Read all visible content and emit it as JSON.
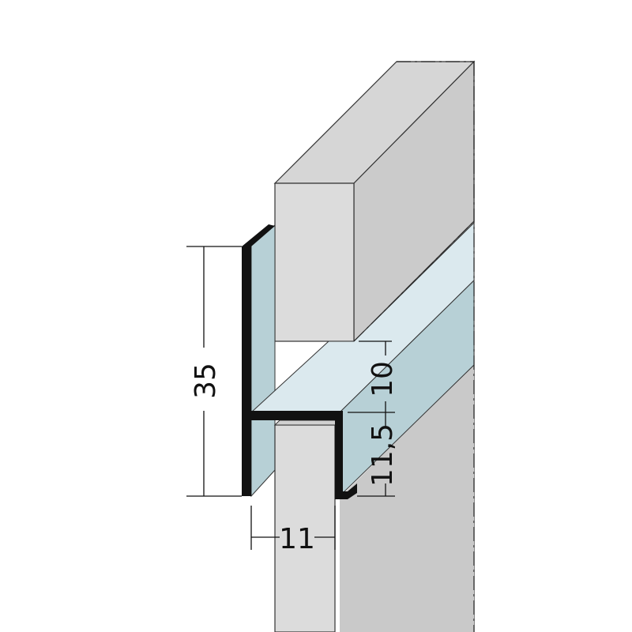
{
  "dimensions": {
    "height_total": "35",
    "width_inner": "11",
    "height_lower": "11,5",
    "height_upper": "10"
  },
  "colors": {
    "wall_light": "#dcdcdc",
    "wall_mid": "#cfcfcf",
    "wall_dark": "#bdbdbd",
    "profile_light": "#dbe9ee",
    "profile_mid": "#b7d0d6",
    "profile_edge": "#111111",
    "outline": "#222222"
  }
}
